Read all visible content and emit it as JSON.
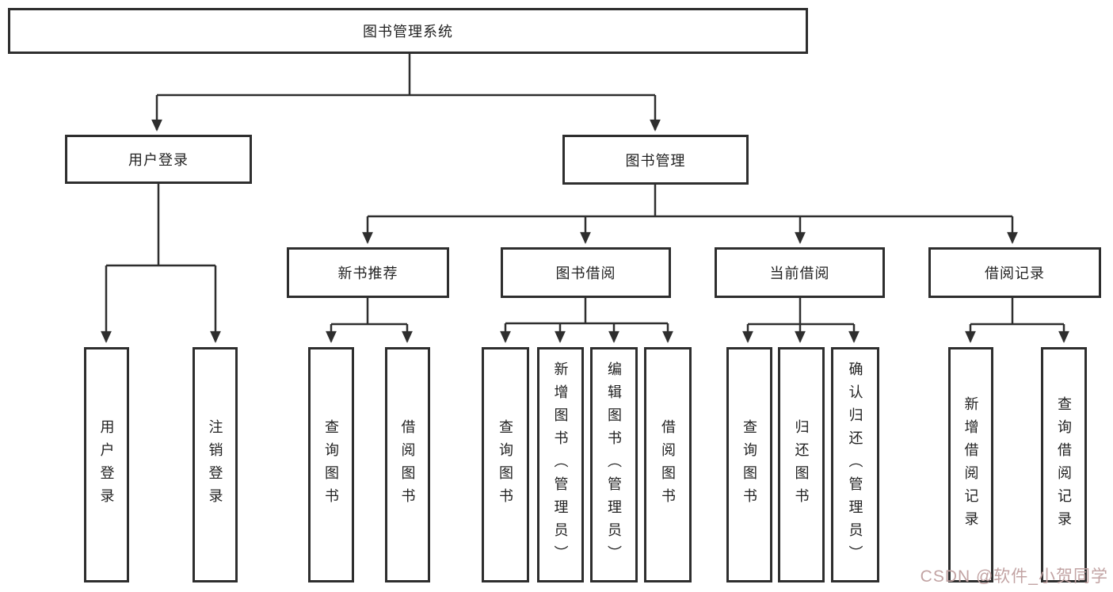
{
  "tree": {
    "root": {
      "label": "图书管理系统"
    },
    "branches": [
      {
        "label": "用户登录",
        "children": [
          {
            "label": "用户登录"
          },
          {
            "label": "注销登录"
          }
        ]
      },
      {
        "label": "图书管理",
        "children": [
          {
            "label": "新书推荐",
            "children": [
              {
                "label": "查询图书"
              },
              {
                "label": "借阅图书"
              }
            ]
          },
          {
            "label": "图书借阅",
            "children": [
              {
                "label": "查询图书"
              },
              {
                "label": "新增图书（管理员）"
              },
              {
                "label": "编辑图书（管理员）"
              },
              {
                "label": "借阅图书"
              }
            ]
          },
          {
            "label": "当前借阅",
            "children": [
              {
                "label": "查询图书"
              },
              {
                "label": "归还图书"
              },
              {
                "label": "确认归还（管理员）"
              }
            ]
          },
          {
            "label": "借阅记录",
            "children": [
              {
                "label": "新增借阅记录"
              },
              {
                "label": "查询借阅记录"
              }
            ]
          }
        ]
      }
    ]
  },
  "watermark": {
    "text": "CSDN @软件_小贺同学"
  },
  "colors": {
    "line": "#2e2e2e",
    "box_border": "#2e2e2e",
    "text": "#222222",
    "watermark": "#c2a3a3",
    "background": "#ffffff"
  }
}
